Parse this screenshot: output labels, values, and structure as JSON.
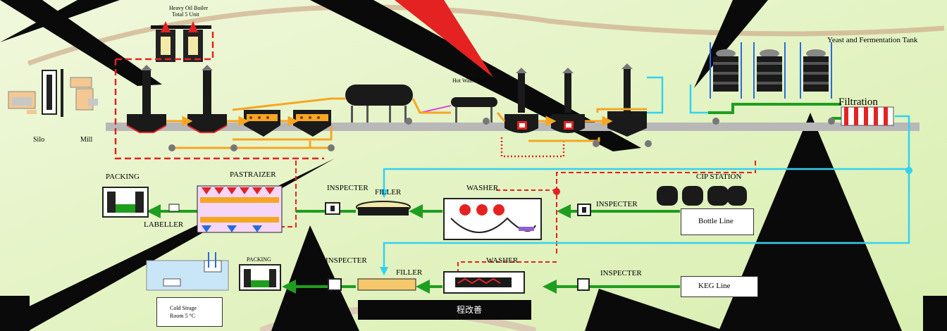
{
  "labels": {
    "boiler_title": "Heavy Oil Boiler",
    "boiler_units": "Total  5  Unit",
    "silo": "Silo",
    "mill": "Mill",
    "hot_water_tank": "Hot Water Tank",
    "yeast_tank": "Yeast and Fermentation Tank",
    "filtration": "Filtration",
    "packing_bottle": "PACKING",
    "pastraizer": "PASTRAIZER",
    "labeller": "LABELLER",
    "inspecter_bottle_filler": "INSPECTER",
    "filler_bottle": "FILLER",
    "washer_bottle": "WASHER",
    "inspecter_bottle_line": "INSPECTER",
    "cip_station": "CIP STATION",
    "bottle_line": "Bottle Line",
    "packing_keg": "PACKING",
    "inspecter_keg_filler": "INSPECTER",
    "filler_keg": "FILLER",
    "washer_keg": "WASHER",
    "inspecter_keg_line": "INSPECTER",
    "keg_line": "KEG Line",
    "cold_storage_line1": "Cold Strage",
    "cold_storage_line2": "Room   5 °C",
    "bottom_caption": "程改善"
  },
  "colors": {
    "background": "#e6f4c8",
    "wort_line": "#f5a623",
    "steam_line": "#e52222",
    "beer_line": "#1e9e1e",
    "water_line": "#32d2f0",
    "floor_bar": "#b8b8b8",
    "vessel": "#1a1a1a"
  },
  "icons": [
    "boiler-icon",
    "silo-icon",
    "mill-icon",
    "mash-tun-icon",
    "lauter-tun-icon",
    "storage-tank-icon",
    "wort-kettle-icon",
    "whirlpool-icon",
    "fermentation-tank-icon",
    "filter-icon",
    "pump-icon",
    "pasteurizer-icon",
    "filler-icon",
    "washer-icon",
    "inspecter-icon",
    "packing-icon",
    "cold-storage-icon"
  ]
}
